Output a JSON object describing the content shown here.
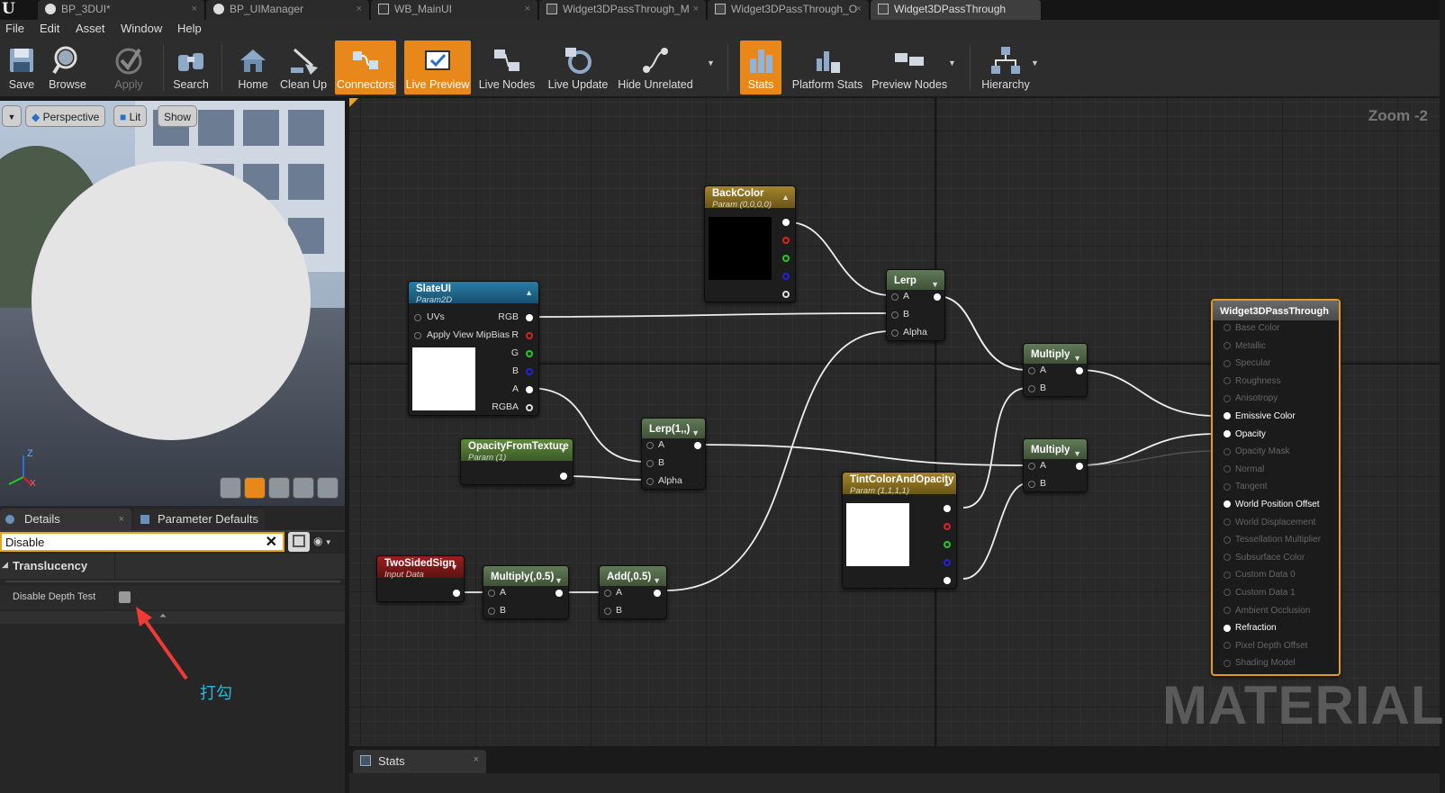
{
  "tabs": [
    {
      "label": "BP_3DUI*",
      "icon": "blueprint-ball-icon",
      "close": "×"
    },
    {
      "label": "BP_UIManager",
      "icon": "blueprint-ball-icon",
      "close": "×"
    },
    {
      "label": "WB_MainUI",
      "icon": "widget-blueprint-icon",
      "close": "×"
    },
    {
      "label": "Widget3DPassThrough_M",
      "icon": "material-instance-icon",
      "close": "×"
    },
    {
      "label": "Widget3DPassThrough_O",
      "icon": "material-instance-icon",
      "close": "×"
    },
    {
      "label": "Widget3DPassThrough",
      "icon": "material-icon",
      "close": ""
    }
  ],
  "menu": [
    "File",
    "Edit",
    "Asset",
    "Window",
    "Help"
  ],
  "toolbar": {
    "save": "Save",
    "browse": "Browse",
    "apply": "Apply",
    "search": "Search",
    "home": "Home",
    "clean_up": "Clean Up",
    "connectors": "Connectors",
    "live_preview": "Live Preview",
    "live_nodes": "Live Nodes",
    "live_update": "Live Update",
    "hide_unrelated": "Hide Unrelated",
    "stats": "Stats",
    "platform_stats": "Platform Stats",
    "preview_nodes": "Preview Nodes",
    "hierarchy": "Hierarchy"
  },
  "viewport": {
    "perspective": "Perspective",
    "lit": "Lit",
    "show": "Show",
    "axis_x": "X",
    "axis_z": "Z"
  },
  "details": {
    "tab_details": "Details",
    "tab_params": "Parameter Defaults",
    "tab_close": "×",
    "search_value": "Disable",
    "category": "Translucency",
    "property": "Disable Depth Test",
    "property_checked": false,
    "annotation": "打勾",
    "annotation_color": "#2ab8d8"
  },
  "graph": {
    "zoom": "Zoom -2",
    "watermark": "MATERIAL",
    "nodes": {
      "backcolor": {
        "title": "BackColor",
        "sub": "Param (0,0,0,0)"
      },
      "lerp": {
        "title": "Lerp",
        "pins": [
          "A",
          "B",
          "Alpha"
        ]
      },
      "slateui": {
        "title": "SlateUI",
        "sub": "Param2D",
        "inputs": [
          "UVs",
          "Apply View MipBias"
        ],
        "outputs": [
          "RGB",
          "R",
          "G",
          "B",
          "A",
          "RGBA"
        ]
      },
      "opacity_tex": {
        "title": "OpacityFromTexture",
        "sub": "Param (1)"
      },
      "lerp2": {
        "title": "Lerp(1,,)",
        "pins": [
          "A",
          "B",
          "Alpha"
        ]
      },
      "multiply1": {
        "title": "Multiply",
        "pins": [
          "A",
          "B"
        ]
      },
      "multiply2": {
        "title": "Multiply",
        "pins": [
          "A",
          "B"
        ]
      },
      "tint": {
        "title": "TintColorAndOpacity",
        "sub": "Param (1,1,1,1)"
      },
      "twosided": {
        "title": "TwoSidedSign",
        "sub": "Input Data"
      },
      "multiply05": {
        "title": "Multiply(,0.5)",
        "pins": [
          "A",
          "B"
        ]
      },
      "add05": {
        "title": "Add(,0.5)",
        "pins": [
          "A",
          "B"
        ]
      },
      "result": {
        "title": "Widget3DPassThrough",
        "pins": [
          {
            "label": "Base Color",
            "active": false
          },
          {
            "label": "Metallic",
            "active": false
          },
          {
            "label": "Specular",
            "active": false
          },
          {
            "label": "Roughness",
            "active": false
          },
          {
            "label": "Anisotropy",
            "active": false
          },
          {
            "label": "Emissive Color",
            "active": true
          },
          {
            "label": "Opacity",
            "active": true
          },
          {
            "label": "Opacity Mask",
            "active": false
          },
          {
            "label": "Normal",
            "active": false
          },
          {
            "label": "Tangent",
            "active": false
          },
          {
            "label": "World Position Offset",
            "active": true
          },
          {
            "label": "World Displacement",
            "active": false
          },
          {
            "label": "Tessellation Multiplier",
            "active": false
          },
          {
            "label": "Subsurface Color",
            "active": false
          },
          {
            "label": "Custom Data 0",
            "active": false
          },
          {
            "label": "Custom Data 1",
            "active": false
          },
          {
            "label": "Ambient Occlusion",
            "active": false
          },
          {
            "label": "Refraction",
            "active": true
          },
          {
            "label": "Pixel Depth Offset",
            "active": false
          },
          {
            "label": "Shading Model",
            "active": false
          }
        ]
      }
    }
  },
  "bottom": {
    "stats_tab": "Stats",
    "stats_close": "×"
  },
  "colors": {
    "accent_orange": "#e8881a",
    "vector_param": "#8a6d1e",
    "texture_param": "#1e5a78",
    "scalar_param": "#4f7a2e",
    "math_node": "#4c6244",
    "input_data": "#7a1a1a"
  }
}
